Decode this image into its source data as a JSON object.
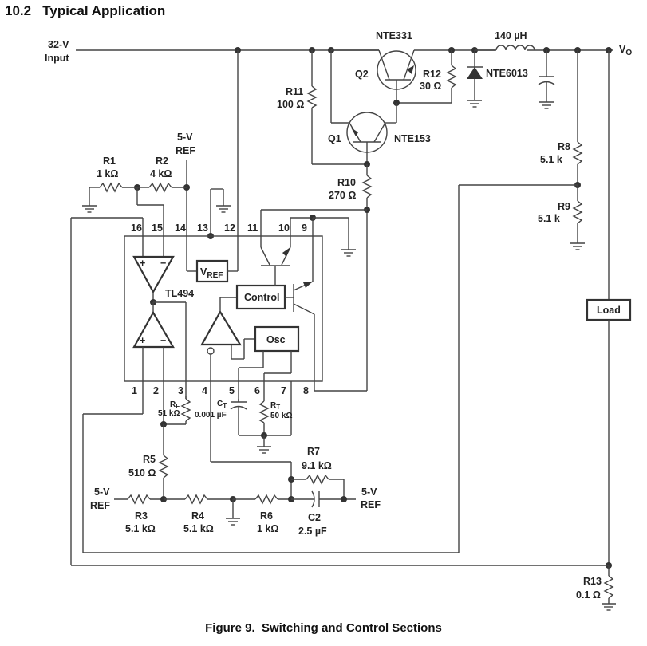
{
  "section_title": "10.2   Typical Application",
  "caption": "Figure 9.  Switching and Control Sections",
  "schematic": {
    "input_label_1": "32-V",
    "input_label_2": "Input",
    "output_label": "V",
    "output_sub": "O",
    "ic_name": "TL494",
    "vref_block": "V",
    "vref_sub": "REF",
    "control_block": "Control",
    "osc_block": "Osc",
    "load_block": "Load",
    "ref5v_top_1": "5-V",
    "ref5v_top_2": "REF",
    "ref5v_left_1": "5-V",
    "ref5v_left_2": "REF",
    "ref5v_right_1": "5-V",
    "ref5v_right_2": "REF",
    "pins_top": [
      "16",
      "15",
      "14",
      "13",
      "12",
      "11",
      "10",
      "9"
    ],
    "pins_bottom": [
      "1",
      "2",
      "3",
      "4",
      "5",
      "6",
      "7",
      "8"
    ],
    "transistors": {
      "q2_ref": "Q2",
      "q2_part": "NTE331",
      "q1_ref": "Q1",
      "q1_part": "NTE153"
    },
    "diode_part": "NTE6013",
    "inductor_value": "140 µH",
    "components": {
      "r1": {
        "ref": "R1",
        "value": "1 kΩ"
      },
      "r2": {
        "ref": "R2",
        "value": "4 kΩ"
      },
      "r3": {
        "ref": "R3",
        "value": "5.1 kΩ"
      },
      "r4": {
        "ref": "R4",
        "value": "5.1 kΩ"
      },
      "r5": {
        "ref": "R5",
        "value": "510 Ω"
      },
      "r6": {
        "ref": "R6",
        "value": "1 kΩ"
      },
      "r7": {
        "ref": "R7",
        "value": "9.1 kΩ"
      },
      "r8": {
        "ref": "R8",
        "value": "5.1 k"
      },
      "r9": {
        "ref": "R9",
        "value": "5.1 k"
      },
      "r10": {
        "ref": "R10",
        "value": "270 Ω"
      },
      "r11": {
        "ref": "R11",
        "value": "100 Ω"
      },
      "r12": {
        "ref": "R12",
        "value": "30 Ω"
      },
      "r13": {
        "ref": "R13",
        "value": "0.1 Ω"
      },
      "rf": {
        "ref": "R",
        "sub": "F",
        "value": "51 kΩ"
      },
      "rt": {
        "ref": "R",
        "sub": "T",
        "value": "50 kΩ"
      },
      "ct": {
        "ref": "C",
        "sub": "T",
        "value": "0.001 µF"
      },
      "c2": {
        "ref": "C2",
        "value": "2.5 µF"
      }
    },
    "opamp_plus": "+",
    "opamp_minus": "−"
  }
}
